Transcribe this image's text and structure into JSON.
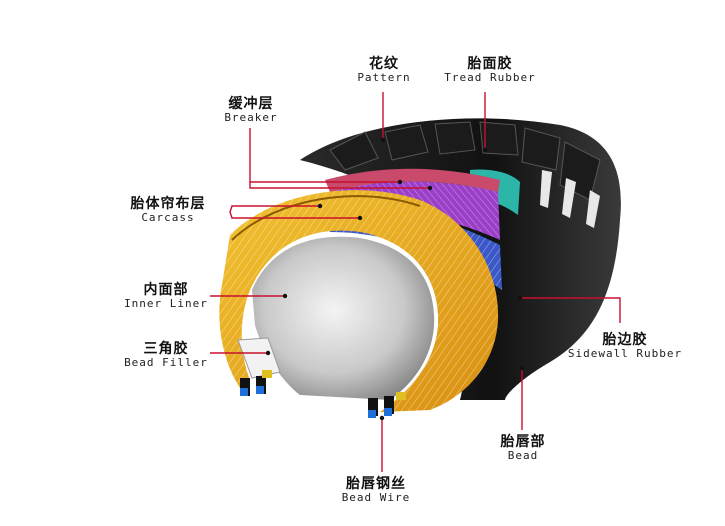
{
  "diagram": {
    "leader_color": "#c8102e",
    "labels": {
      "pattern": {
        "zh": "花纹",
        "en": "Pattern"
      },
      "tread": {
        "zh": "胎面胶",
        "en": "Tread Rubber"
      },
      "breaker": {
        "zh": "缓冲层",
        "en": "Breaker"
      },
      "carcass": {
        "zh": "胎体帘布层",
        "en": "Carcass"
      },
      "liner": {
        "zh": "内面部",
        "en": "Inner Liner"
      },
      "filler": {
        "zh": "三角胶",
        "en": "Bead Filler"
      },
      "sidewall": {
        "zh": "胎边胶",
        "en": "Sidewall Rubber"
      },
      "bead": {
        "zh": "胎唇部",
        "en": "Bead"
      },
      "wire": {
        "zh": "胎唇钢丝",
        "en": "Bead Wire"
      }
    }
  }
}
